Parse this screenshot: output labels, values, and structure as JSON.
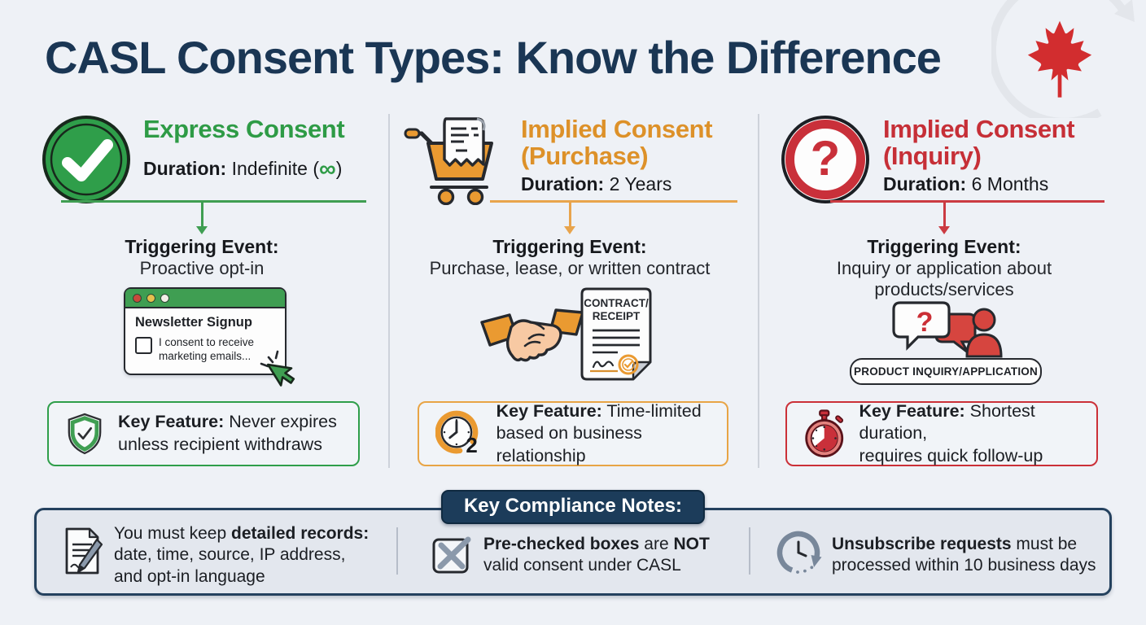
{
  "header": {
    "title": "CASL Consent Types: Know the Difference",
    "maple_leaf_icon": "maple-leaf",
    "refresh_arc_icon": "circular-arrow"
  },
  "colors": {
    "navy": "#1a3654",
    "green": "#2e9b46",
    "orange": "#dd9129",
    "red": "#c62f37",
    "panel_bg": "#e3e7ee",
    "page_bg": "#eef1f6"
  },
  "columns": [
    {
      "icon": "checkmark-circle",
      "title": "Express Consent",
      "duration_label": "Duration:",
      "duration_value": " Indefinite (",
      "duration_symbol": "∞",
      "duration_close": ")",
      "trigger_label": "Triggering Event:",
      "trigger_line1": "Proactive opt-in",
      "window": {
        "title": "Newsletter Signup",
        "consent_line1": "I consent to receive",
        "consent_line2": "marketing emails..."
      },
      "key_feature": {
        "icon": "shield-check",
        "label": "Key Feature:",
        "line1": " Never expires",
        "line2": "unless recipient withdraws"
      }
    },
    {
      "icon": "shopping-cart-receipt",
      "title": "Implied Consent",
      "title_line2": "(Purchase)",
      "duration_label": "Duration:",
      "duration_value": " 2 Years",
      "trigger_label": "Triggering Event:",
      "trigger_line1": "Purchase, lease, or written contract",
      "document": {
        "label_line1": "CONTRACT/",
        "label_line2": "RECEIPT"
      },
      "key_feature": {
        "icon": "clock-two-years",
        "clock_number": "2",
        "label": "Key Feature:",
        "line1": " Time-limited",
        "line2": "based on business relationship"
      }
    },
    {
      "icon": "question-circle",
      "glyph": "?",
      "title": "Implied Consent",
      "title_line2": "(Inquiry)",
      "duration_label": "Duration:",
      "duration_value": " 6 Months",
      "trigger_label": "Triggering Event:",
      "trigger_line1": "Inquiry or application about",
      "trigger_line2": "products/services",
      "bubble_glyph": "?",
      "pill_label": "PRODUCT INQUIRY/APPLICATION",
      "key_feature": {
        "icon": "stopwatch",
        "label": "Key Feature:",
        "line1": " Shortest duration,",
        "line2": "requires quick follow-up"
      }
    }
  ],
  "compliance": {
    "badge": "Key Compliance Notes:",
    "notes": [
      {
        "icon": "document-pen",
        "line1_normal": "You must keep ",
        "line1_bold": "detailed records:",
        "line2": "date, time, source, IP address,",
        "line3": "and opt-in language"
      },
      {
        "icon": "checkbox-x",
        "line1_bold1": "Pre-checked boxes",
        "line1_mid": " are ",
        "line1_bold2": "NOT",
        "line2": "valid consent under CASL"
      },
      {
        "icon": "clock-rotate",
        "line1_bold": "Unsubscribe requests",
        "line1_rest": " must be",
        "line2": "processed within 10 business days"
      }
    ]
  }
}
